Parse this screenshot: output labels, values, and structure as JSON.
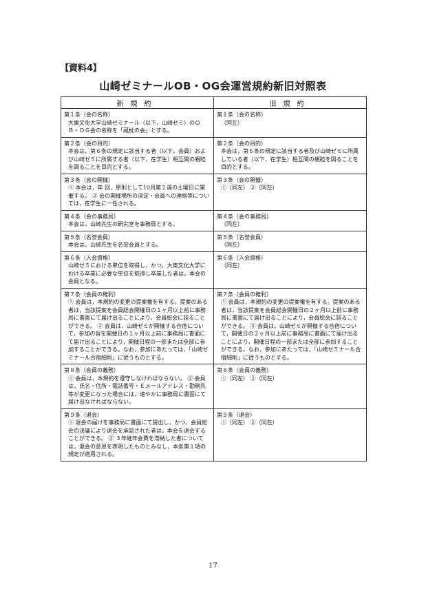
{
  "label": "【資料4】",
  "title": "山崎ゼミナールOB・OG会運営規約新旧対照表",
  "headers": {
    "new": "新規約",
    "old": "旧規約"
  },
  "rows": [
    {
      "new_title": "第１条（会の名称）",
      "new_body": "大東文化大学山崎ゼミナール（以下，山崎ゼミ）のＯＢ・ＯＧ会の名称を「蔵枕の会」とする。",
      "old_title": "第１条（会の名称）",
      "old_body": "（同左）"
    },
    {
      "new_title": "第２条（会の目的）",
      "new_body": "本会は，第６条の規定に該当する者（以下，会員）および山崎ゼミに所属する者（以下，在学生）相互間の親睦を図ることを目的とする。",
      "old_title": "第２条（会の目的）",
      "old_body": "本会は，第６条の規定に該当する者及び山崎ゼミに所属している者（以下，在学生）相互間の親睦を図ることを目的とする。"
    },
    {
      "new_title": "第３条（会の開催）",
      "new_body": "① 本会は，年 回，原則として10月第２週の土曜日に開催する。 ② 会の開催場所の決定・会員への連絡等については，在学生に一任される。",
      "old_title": "第３条（会の開催）",
      "old_body": "①（同左） ②（同左）"
    },
    {
      "new_title": "第４条（会の事務局）",
      "new_body": "本会は，山崎先生の研究室を事務局とする。",
      "old_title": "第４条（会の事務局）",
      "old_body": "（同左）"
    },
    {
      "new_title": "第５条（名誉会員）",
      "new_body": "本会は，山崎先生を名誉会員とする。",
      "old_title": "第５条（名誉会員）",
      "old_body": "（同左）"
    },
    {
      "new_title": "第６条（入会資格）",
      "new_body": "山崎ゼミにおける単位を取得し，かつ，大東文化大学における卒業に必要な単位を取得し卒業した者は，本会の会員となる。",
      "old_title": "第６条（入会資格）",
      "old_body": "（同左）"
    },
    {
      "new_title": "第７条（会員の権利）",
      "new_body": "① 会員は，本規約の変更の提案権を有する。提案のある者は，当該提案を会員総会開催日の１ヶ月以上前に事務局に書面にて届け出ることにより，会員総会に諮ることができる。 ② 会員は，山崎ゼミが開催する合宿について，参加の旨を開催日の１ヶ月以上前に事務局に書面にて届け出ることにより，開催日程の一部または全部に参加することができる。なお，参加にあたっては，「山崎ゼミナール合宿細則」に従うものとする。",
      "old_title": "第７条（会員の権利）",
      "old_body": "① 会員は，本規約の変更の提案権を有する。提案のある者は，当該提案を会員総会開催日の２ヶ月以上前に事務局に書面にて届け出ることにより，会員総会に諮ることができる。 ② 会員は，山崎ゼミが開催する合宿について，開催日の２ヶ月以上前に事務局に書面にて届け出ることにより，開催日程の一部または全部に参加することができる。なお，参加にあたっては，「山崎ゼミナール合宿細則」に従うものとする。"
    },
    {
      "new_title": "第８条（会員の義務）",
      "new_body": "① 会員は，本規約を遵守しなければならない。 ② 会員は，氏名・住所・電話番号・Ｅメールアドレス・勤務先等が変更になった場合には，速やかに事務局に書面にて届け出なければならない。",
      "old_title": "第８条（会員の義務）",
      "old_body": "①（同左） ②（同左）"
    },
    {
      "new_title": "第９条（退会）",
      "new_body": "① 退会の届けを事務局に書面にて提出し，かつ，会員総会の決議により退会を承認された者は，本会を退会することができる。 ② ３年継年会費を滞納した者については，退会の意思を表明したものとみなし，本条第１項の規定が適用される。",
      "old_title": "第９条（退会）",
      "old_body": "①（同左） ②（同左）"
    }
  ],
  "page_number": "17"
}
